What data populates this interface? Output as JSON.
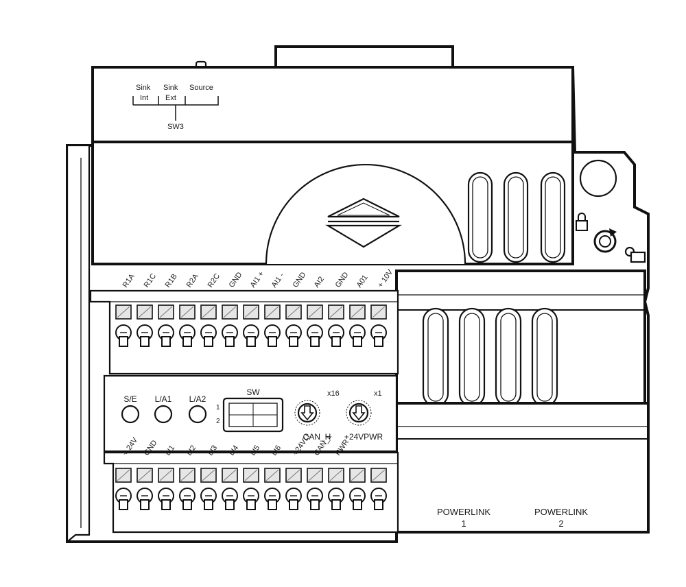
{
  "switch_sw3": {
    "label": "SW3",
    "positions": [
      {
        "line1": "Sink",
        "line2": "Int"
      },
      {
        "line1": "Sink",
        "line2": "Ext"
      },
      {
        "line1": "Source",
        "line2": ""
      }
    ]
  },
  "top_terminals": [
    "R1A",
    "R1C",
    "R1B",
    "R2A",
    "R2C",
    "GND",
    "AI1 +",
    "AI1 -",
    "GND",
    "AI2",
    "GND",
    "A01",
    "+ 10V"
  ],
  "bottom_terminals": [
    "+ 24V",
    "GND",
    "LI1",
    "LI2",
    "LI3",
    "LI4",
    "LI5",
    "LI6",
    "+24VLI",
    "CAN_L",
    "PWR"
  ],
  "leds": [
    "S/E",
    "L/A1",
    "L/A2"
  ],
  "sw_switch": {
    "label": "SW",
    "pos1": "1",
    "pos2": "2"
  },
  "rotary_switches": [
    {
      "multiplier": "x16",
      "label": "CAN_H"
    },
    {
      "multiplier": "x1",
      "label": "+24VPWR"
    }
  ],
  "ports": [
    {
      "name": "POWERLINK",
      "number": "1"
    },
    {
      "name": "POWERLINK",
      "number": "2"
    }
  ],
  "icons": [
    "lock-icon",
    "rotate-icon",
    "eject-arrows-icon"
  ]
}
